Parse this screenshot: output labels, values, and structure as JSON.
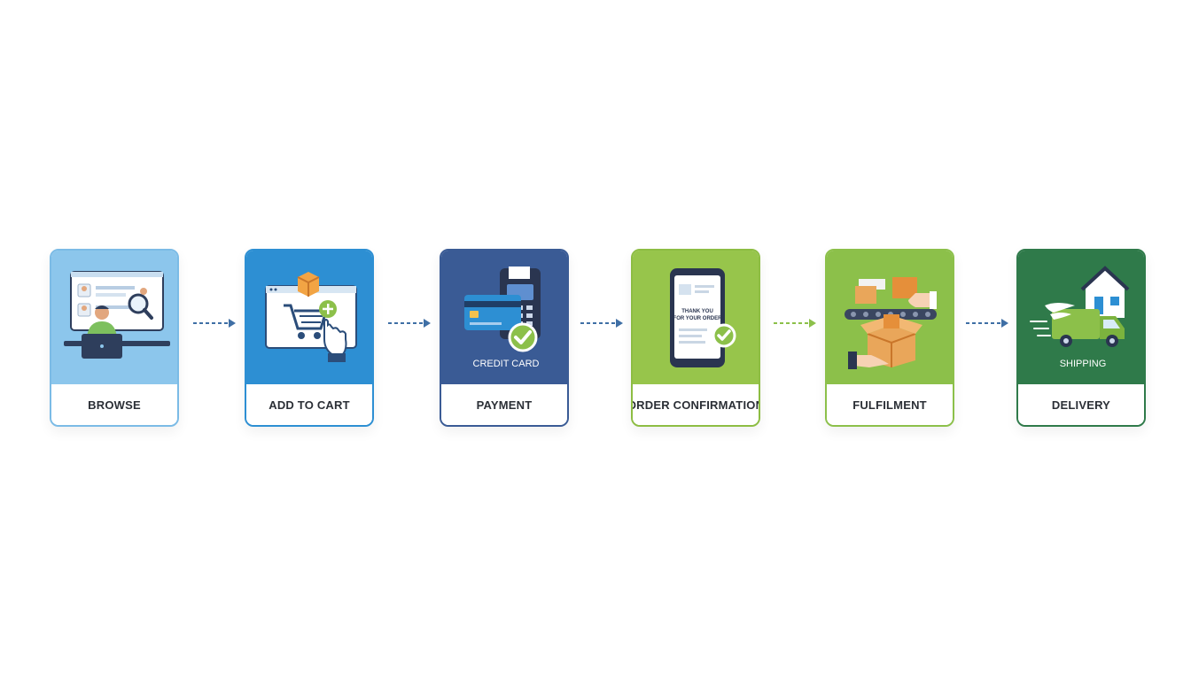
{
  "steps": [
    {
      "id": "browse",
      "label": "BROWSE",
      "icon": "browse-laptop-icon",
      "color": "#8cc6ec",
      "border": "#7bbbe6"
    },
    {
      "id": "add-to-cart",
      "label": "ADD TO CART",
      "icon": "shopping-cart-icon",
      "color": "#2d8fd3",
      "border": "#2d8fd3"
    },
    {
      "id": "payment",
      "label": "PAYMENT",
      "icon": "credit-card-terminal-icon",
      "color": "#3a5b95",
      "border": "#3a5b95",
      "art_caption": "CREDIT CARD"
    },
    {
      "id": "order-confirmation",
      "label": "ORDER CONFIRMATION",
      "icon": "phone-receipt-icon",
      "color": "#97c54b",
      "border": "#8dbd43",
      "art_text": [
        "THANK YOU",
        "FOR YOUR ORDER"
      ]
    },
    {
      "id": "fulfilment",
      "label": "FULFILMENT",
      "icon": "package-handoff-icon",
      "color": "#8cc04a",
      "border": "#8cc04a"
    },
    {
      "id": "delivery",
      "label": "DELIVERY",
      "icon": "delivery-truck-icon",
      "color": "#2f7a4a",
      "border": "#2f7a4a",
      "art_caption": "SHIPPING"
    }
  ],
  "arrow_colors": [
    "#3f6fa5",
    "#3f6fa5",
    "#3f6fa5",
    "#8cc04a",
    "#3f6fa5"
  ]
}
